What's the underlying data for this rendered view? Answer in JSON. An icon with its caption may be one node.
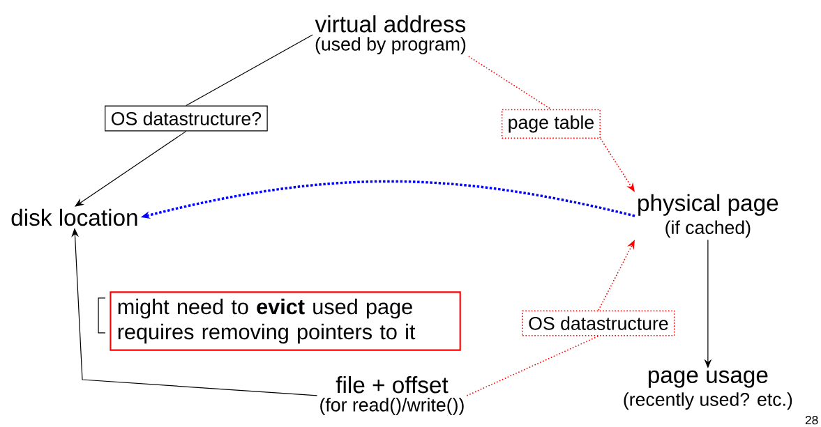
{
  "diagram": {
    "nodes": [
      {
        "text": [
          "virtual address",
          "(used by program)"
        ]
      },
      {
        "text": [
          "OS datastructure?"
        ]
      },
      {
        "text": [
          "page table"
        ]
      },
      {
        "text": [
          "disk location"
        ]
      },
      {
        "text": [
          "physical page",
          "(if cached)"
        ]
      },
      {
        "text": [
          "might need to **evict** used page requires removing pointers to it"
        ]
      },
      {
        "text": [
          "file + offset",
          "(for read()/write())"
        ]
      },
      {
        "text": [
          "OS datastructure"
        ]
      },
      {
        "text": [
          "page usage",
          "(recently used? etc.)"
        ]
      }
    ],
    "edges": [
      {
        "from": 0,
        "to": 1,
        "arrow": "none"
      },
      {
        "from": 1,
        "to": 3,
        "arrow": "to"
      },
      {
        "from": 0,
        "to": 2,
        "arrow": "none",
        "style": "dashed",
        "color": "#ff0000"
      },
      {
        "from": 2,
        "to": 4,
        "arrow": "to",
        "style": "dashed",
        "color": "#ff0000"
      },
      {
        "from": 4,
        "to": 3,
        "arrow": "to",
        "style": "dashed",
        "color": "#0000ff"
      },
      {
        "from": 4,
        "to": 8,
        "arrow": "to"
      },
      {
        "from": 6,
        "to": 3,
        "arrow": "to"
      },
      {
        "from": 6,
        "to": 7,
        "arrow": "none",
        "style": "dashed",
        "color": "#ff0000"
      },
      {
        "from": 7,
        "to": 4,
        "arrow": "to",
        "style": "dashed",
        "color": "#ff0000"
      }
    ],
    "labels": [
      "28"
    ]
  }
}
